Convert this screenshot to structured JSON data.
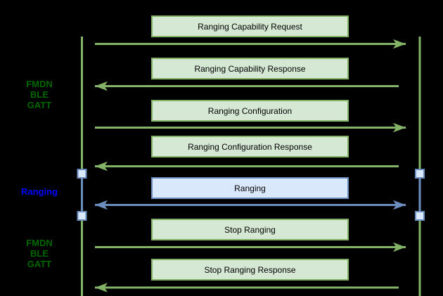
{
  "diagram": {
    "type": "sequence-diagram",
    "background_color": "#000000",
    "colors": {
      "green_fill": "#d5e8d4",
      "green_stroke": "#82b366",
      "blue_fill": "#dae8fc",
      "blue_stroke": "#6c8ebf",
      "side_label_green": "#006600",
      "side_label_blue": "#0000ff",
      "box_text": "#000000"
    },
    "lifelines": {
      "count": 2,
      "style": "vertical green lines with blue activation markers during ranging phase"
    }
  },
  "side_labels": [
    {
      "id": "fmdn-ble-gatt-top",
      "color": "green",
      "lines": [
        "FMDN",
        "BLE",
        "GATT"
      ]
    },
    {
      "id": "ranging",
      "color": "blue",
      "lines": [
        "Ranging"
      ]
    },
    {
      "id": "fmdn-ble-gatt-bottom",
      "color": "green",
      "lines": [
        "FMDN",
        "BLE",
        "GATT"
      ]
    }
  ],
  "messages": [
    {
      "label": "Ranging Capability Request",
      "direction": "right",
      "channel": "green"
    },
    {
      "label": "Ranging Capability Response",
      "direction": "left",
      "channel": "green"
    },
    {
      "label": "Ranging Configuration",
      "direction": "right",
      "channel": "green"
    },
    {
      "label": "Ranging Configuration Response",
      "direction": "left",
      "channel": "green"
    },
    {
      "label": "Ranging",
      "direction": "both",
      "channel": "blue"
    },
    {
      "label": "Stop Ranging",
      "direction": "right",
      "channel": "green"
    },
    {
      "label": "Stop Ranging Response",
      "direction": "left",
      "channel": "green"
    }
  ]
}
